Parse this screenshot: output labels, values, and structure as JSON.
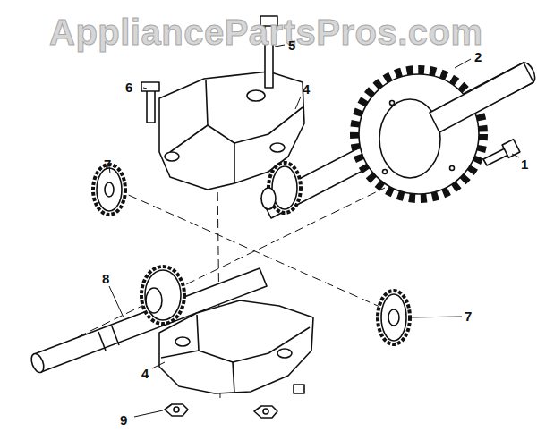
{
  "diagram": {
    "labels": [
      "AppliancePartsPros.com",
      "6",
      "5",
      "4",
      "2",
      "1",
      "7",
      "8",
      "7",
      "4",
      "9"
    ]
  }
}
